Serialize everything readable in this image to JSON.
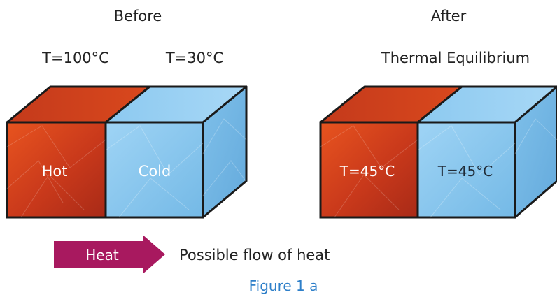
{
  "before": {
    "heading": "Before",
    "hot_temp": "T=100°C",
    "cold_temp": "T=30°C",
    "hot_label": "Hot",
    "cold_label": "Cold"
  },
  "after": {
    "heading": "After",
    "subheading": "Thermal Equilibrium",
    "left_label": "T=45°C",
    "right_label": "T=45°C"
  },
  "legend": {
    "arrow_label": "Heat",
    "description": "Possible flow of heat"
  },
  "caption": "Figure 1 a",
  "colors": {
    "hot_front": "#c8391b",
    "hot_top": "#b83219",
    "cold_front": "#86c6ee",
    "cold_top": "#9fd3f4",
    "cold_side": "#73b8e6",
    "outline": "#1a1a1a",
    "arrow": "#a8195f",
    "caption": "#2e7fc9"
  }
}
